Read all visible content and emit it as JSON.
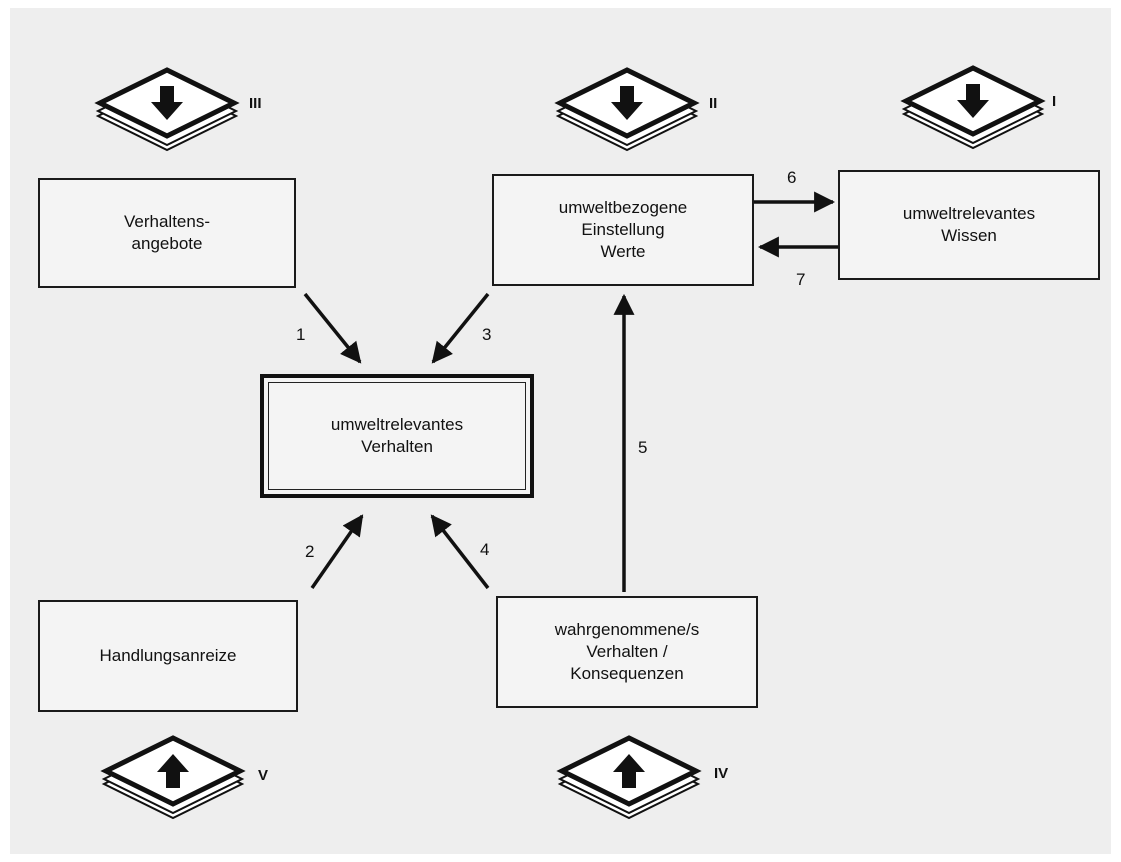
{
  "nodes": {
    "verhaltensangebote": "Verhaltens-\nangebote",
    "einstellung": "umweltbezogene\nEinstellung\nWerte",
    "wissen": "umweltrelevantes\nWissen",
    "verhalten": "umweltrelevantes\nVerhalten",
    "handlungsanreize": "Handlungsanreize",
    "konsequenzen": "wahrgenommene/s\nVerhalten /\nKonsequenzen"
  },
  "edges": {
    "e1": "1",
    "e2": "2",
    "e3": "3",
    "e4": "4",
    "e5": "5",
    "e6": "6",
    "e7": "7"
  },
  "interventions": {
    "i": "I",
    "ii": "II",
    "iii": "III",
    "iv": "IV",
    "v": "V"
  },
  "icons": {
    "down": "down-arrow-diamond-icon",
    "up": "up-arrow-diamond-icon"
  },
  "colors": {
    "ink": "#111111",
    "background": "#eeeeee"
  }
}
